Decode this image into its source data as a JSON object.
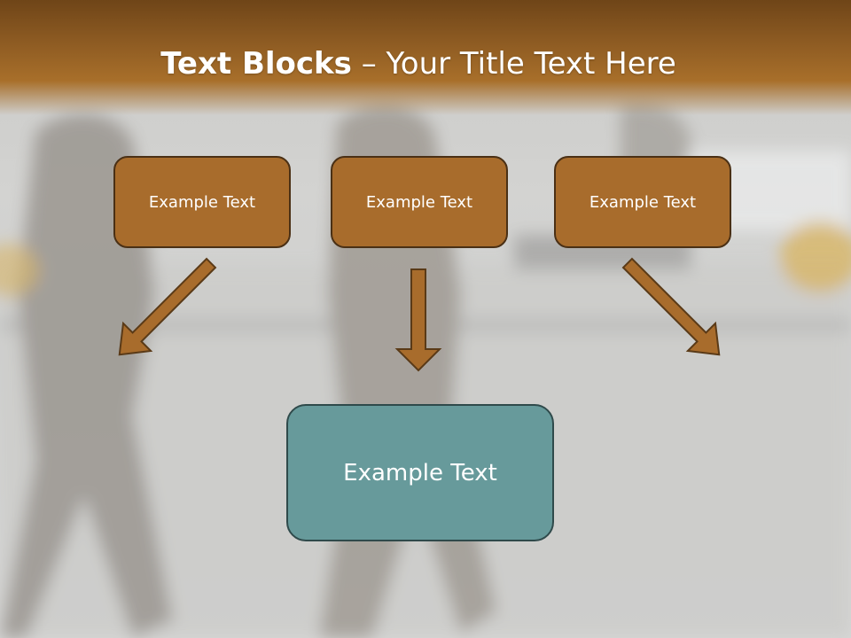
{
  "slide": {
    "title_bold": "Text Blocks",
    "title_separator": " – ",
    "title_rest": "Your Title Text Here"
  },
  "top_boxes": [
    {
      "label": "Example Text"
    },
    {
      "label": "Example Text"
    },
    {
      "label": "Example Text"
    }
  ],
  "bottom_box": {
    "label": "Example Text"
  },
  "colors": {
    "title_band": "#a86f2a",
    "top_box_fill": "#a86c2c",
    "top_box_border": "#4a3015",
    "arrow_fill": "#a86c2c",
    "bottom_box_fill": "#679a9b",
    "bottom_box_border": "#2f4a4b",
    "text": "#ffffff"
  }
}
